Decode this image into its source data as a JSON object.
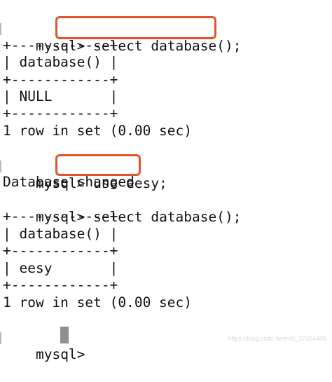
{
  "terminal": {
    "prompt": "mysql> ",
    "cmd1": "select database();",
    "border": "+------------+",
    "header_row": "| database() |",
    "null_row": "| NULL       |",
    "result1": "1 row in set (0.00 sec)",
    "cmd2": "use eesy;",
    "db_changed": "Database changed",
    "cmd3": "select database();",
    "eesy_row": "| eesy       |",
    "result2": "1 row in set (0.00 sec)",
    "highlight_color": "#e0552b",
    "cursor_color": "#8f8f8f"
  },
  "watermark": "https://blog.csdn.net/m0_37954408"
}
